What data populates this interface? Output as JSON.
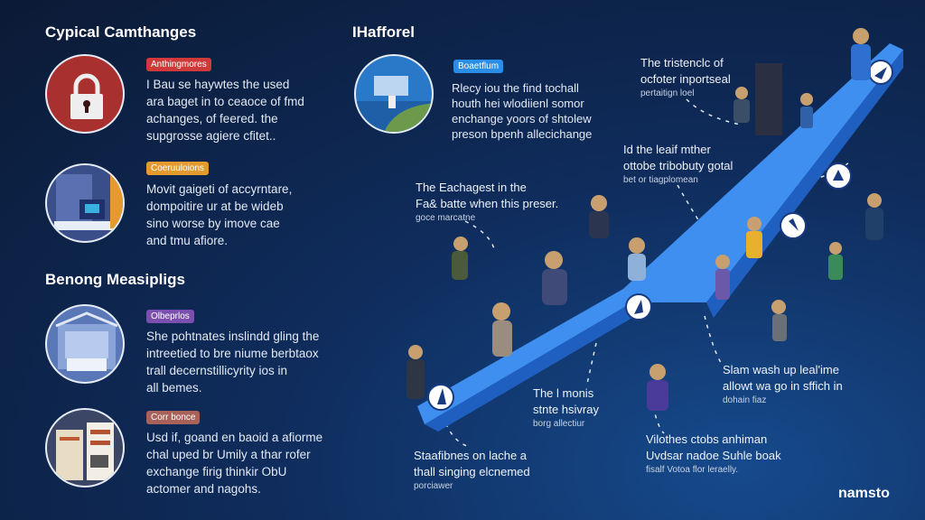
{
  "sections": {
    "left_top": "Cypical Camthanges",
    "left_bottom": "Benong Measipligs",
    "middle": "IHafforel"
  },
  "cards": [
    {
      "tag": "Anthingmores",
      "tag_color": "#d0393a",
      "text": [
        "I Bau se haywtes the used",
        "ara baget in to ceaoce of fmd",
        "achanges, of feered. the",
        "supgrosse agiere cfitet.."
      ]
    },
    {
      "tag": "Coeruuloions",
      "tag_color": "#e59a2e",
      "text": [
        "Movit gaigeti of accyrntare,",
        "dompoitire ur at be wideb",
        "sino worse by imove cae",
        "and tmu afiore."
      ]
    },
    {
      "tag": "Olbeprlos",
      "tag_color": "#7a4fb0",
      "text": [
        "She pohtnates inslindd gling the",
        "intreetied to bre niume berbtaox",
        "trall decernstillicyrity ios in",
        "all bemes."
      ]
    },
    {
      "tag": "Corr bonce",
      "tag_color": "#a8625a",
      "text": [
        "Usd if, goand en baoid a afiorme",
        "chal uped br Umily a thar rofer",
        "exchange firig thinkir ObU",
        "actomer and nagohs."
      ]
    },
    {
      "tag": "Boaetflum",
      "tag_color": "#2a8ee6",
      "text": [
        "Rlecy iou the find tochall",
        "houth hei wlodiienl somor",
        "enchange yoors of shtolew",
        "preson bpenh allecichange"
      ]
    }
  ],
  "annotations": [
    {
      "lines": [
        "The Eachagest in the",
        "Fa& batte when this preser."
      ],
      "sub": "goce marcatne"
    },
    {
      "lines": [
        "The tristenclc of",
        "ocfoter inportseal"
      ],
      "sub": "pertaitign loel"
    },
    {
      "lines": [
        "Id the leaif mther",
        "ottobe tribobuty gotal"
      ],
      "sub": "bet or tiagplomean"
    },
    {
      "lines": [
        "The l monis",
        "stnte hsivray"
      ],
      "sub": "borg allectiur"
    },
    {
      "lines": [
        "Staafibnes on lache a",
        "thall singing elcnemed"
      ],
      "sub": "porciawer"
    },
    {
      "lines": [
        "Slam wash up leal'ime",
        "allowt wa go in sffich in"
      ],
      "sub": "dohain fiaz"
    },
    {
      "lines": [
        "Vilothes ctobs anhiman",
        "Uvdsar nadoe Suhle boak"
      ],
      "sub": "fisalf Votoa flor leraelly."
    }
  ],
  "logo": "namsto",
  "colors": {
    "ramp": "#3f8ff0",
    "ramp_side": "#1f5fc0"
  }
}
